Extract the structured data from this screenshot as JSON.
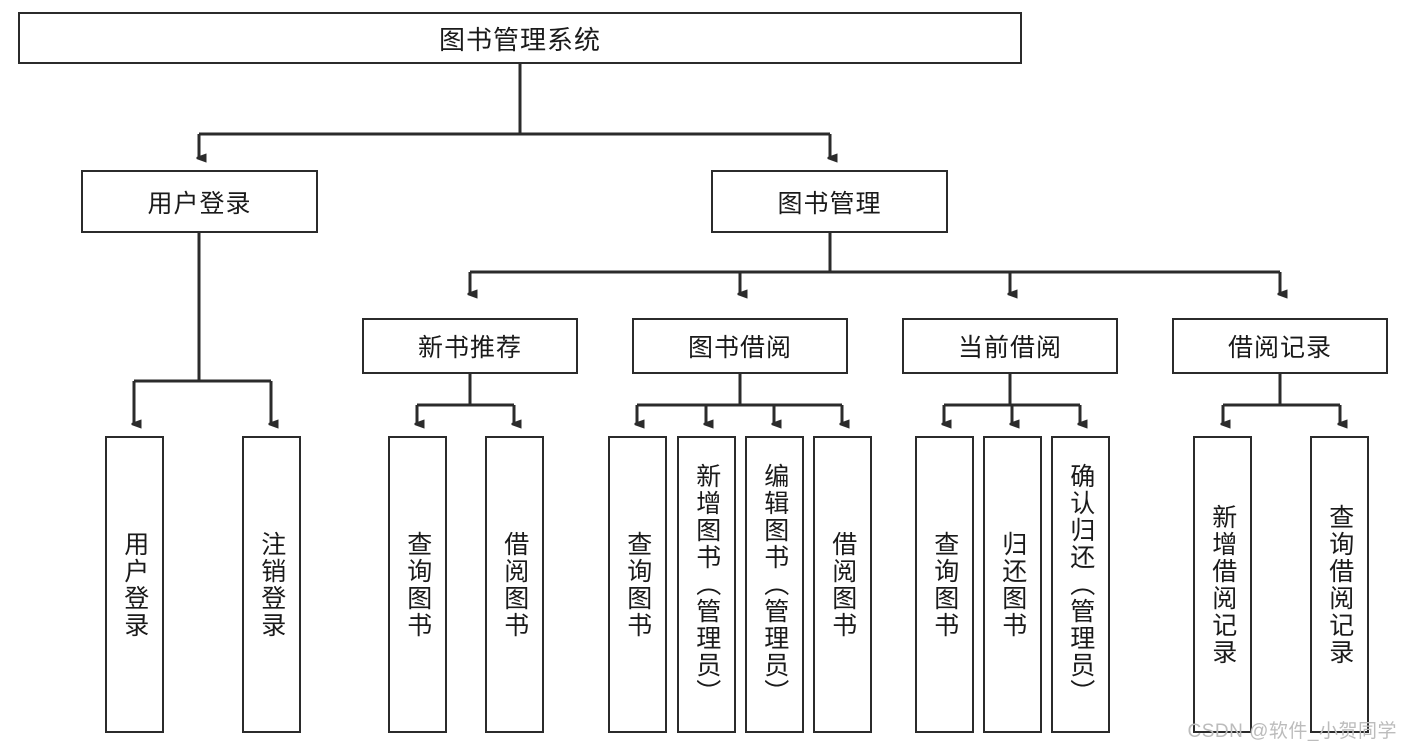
{
  "diagram": {
    "title": "图书管理系统",
    "type": "tree",
    "root": {
      "id": "root",
      "label": "图书管理系统",
      "orientation": "horizontal"
    },
    "level2": [
      {
        "id": "user-login",
        "label": "用户登录",
        "orientation": "horizontal"
      },
      {
        "id": "book-manage",
        "label": "图书管理",
        "orientation": "horizontal"
      }
    ],
    "level3": [
      {
        "id": "new-book-recommend",
        "label": "新书推荐",
        "orientation": "horizontal",
        "parent": "book-manage"
      },
      {
        "id": "book-borrow",
        "label": "图书借阅",
        "orientation": "horizontal",
        "parent": "book-manage"
      },
      {
        "id": "current-borrow",
        "label": "当前借阅",
        "orientation": "horizontal",
        "parent": "book-manage"
      },
      {
        "id": "borrow-record",
        "label": "借阅记录",
        "orientation": "horizontal",
        "parent": "book-manage"
      }
    ],
    "leaves": [
      {
        "id": "leaf-user-login",
        "label": "用户登录",
        "parent": "user-login"
      },
      {
        "id": "leaf-logout-login",
        "label": "注销登录",
        "parent": "user-login"
      },
      {
        "id": "leaf-query-book-1",
        "label": "查询图书",
        "parent": "new-book-recommend"
      },
      {
        "id": "leaf-borrow-book-1",
        "label": "借阅图书",
        "parent": "new-book-recommend"
      },
      {
        "id": "leaf-query-book-2",
        "label": "查询图书",
        "parent": "book-borrow"
      },
      {
        "id": "leaf-add-book",
        "label": "新增图书（管理员）",
        "parent": "book-borrow"
      },
      {
        "id": "leaf-edit-book",
        "label": "编辑图书（管理员）",
        "parent": "book-borrow"
      },
      {
        "id": "leaf-borrow-book-2",
        "label": "借阅图书",
        "parent": "book-borrow"
      },
      {
        "id": "leaf-query-book-3",
        "label": "查询图书",
        "parent": "current-borrow"
      },
      {
        "id": "leaf-return-book",
        "label": "归还图书",
        "parent": "current-borrow"
      },
      {
        "id": "leaf-confirm-return",
        "label": "确认归还（管理员）",
        "parent": "current-borrow"
      },
      {
        "id": "leaf-add-record",
        "label": "新增借阅记录",
        "parent": "borrow-record"
      },
      {
        "id": "leaf-query-record",
        "label": "查询借阅记录",
        "parent": "borrow-record"
      }
    ]
  },
  "watermark": {
    "text": "CSDN @软件_小贺同学"
  },
  "colors": {
    "stroke": "#2b2b2b",
    "background": "#ffffff",
    "text": "#1a1a1a",
    "watermark": "#bcbcbc"
  }
}
